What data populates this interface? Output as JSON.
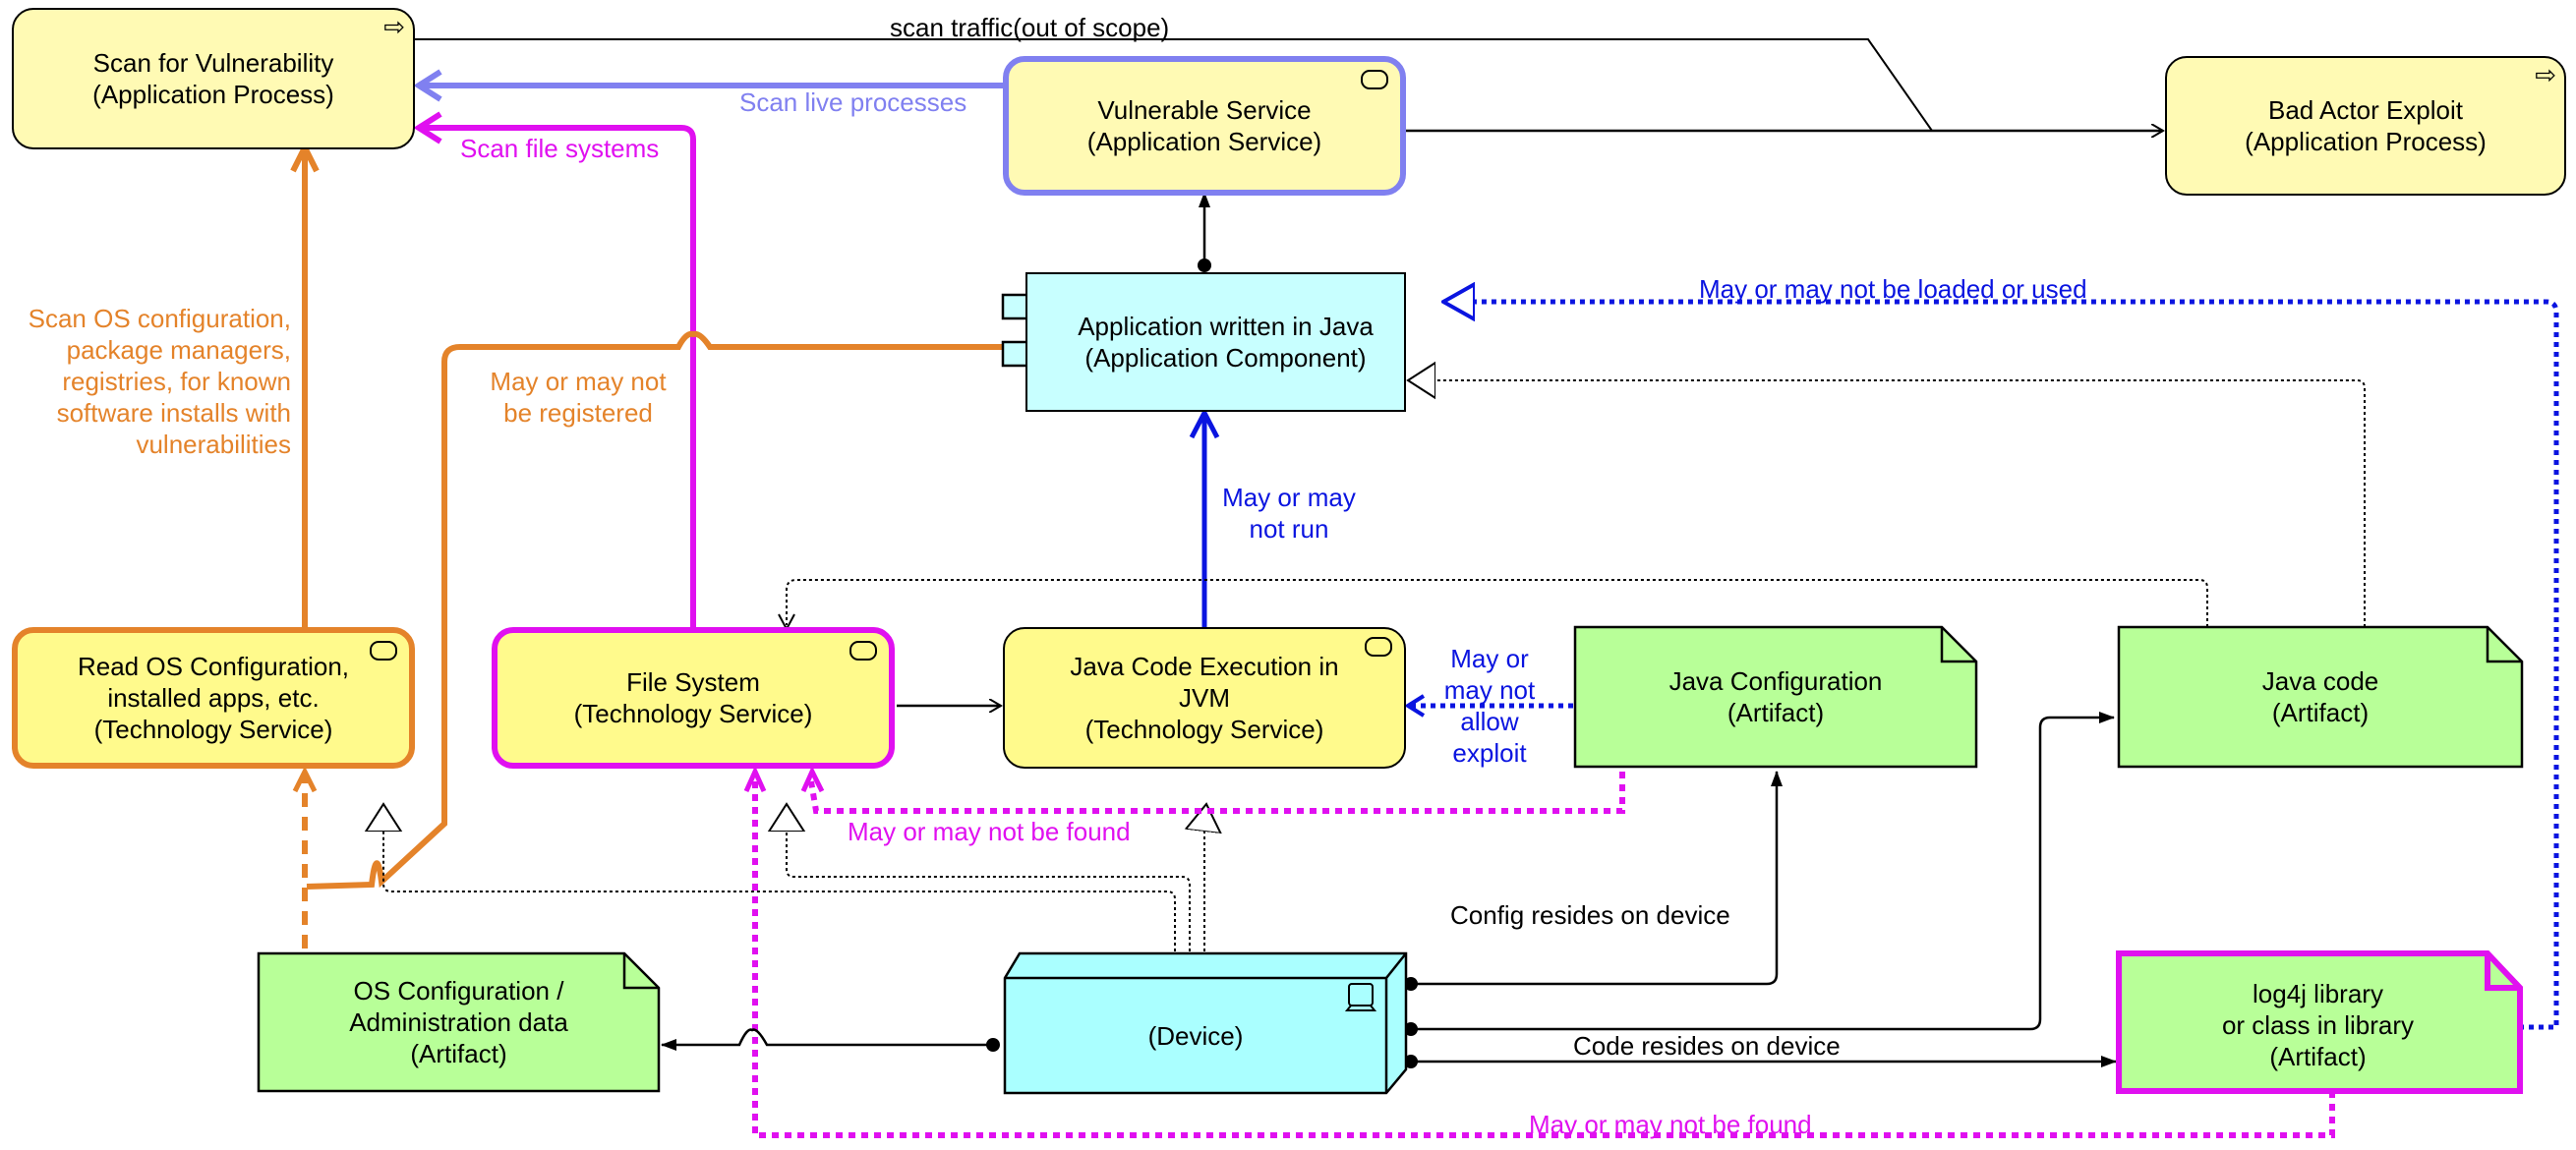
{
  "colors": {
    "process_fill": "#fffab4",
    "service_fill": "#fffa8c",
    "component_fill": "#c8ffff",
    "device_fill": "#aaffff",
    "artifact_fill": "#b8ff98",
    "orange": "#e4832a",
    "magenta": "#e010f0",
    "blue": "#0a14e0",
    "light_blue": "#8080f0"
  },
  "nodes": {
    "scan_vuln": "Scan for Vulnerability\n(Application Process)",
    "vuln_service": "Vulnerable Service\n(Application Service)",
    "bad_actor": "Bad Actor Exploit\n(Application Process)",
    "app_java": "Application written in Java\n(Application Component)",
    "read_os": "Read OS Configuration,\ninstalled apps, etc.\n(Technology Service)",
    "file_system": "File System\n(Technology Service)",
    "jvm": "Java Code Execution in\nJVM\n(Technology Service)",
    "java_config": "Java Configuration\n(Artifact)",
    "java_code": "Java code\n(Artifact)",
    "os_config": "OS Configuration /\nAdministration data\n(Artifact)",
    "device": "(Device)",
    "log4j": "log4j library\nor class in library\n(Artifact)"
  },
  "labels": {
    "scan_traffic": "scan traffic(out of scope)",
    "scan_live": "Scan live processes",
    "scan_fs": "Scan file systems",
    "scan_os": "Scan OS configuration,\npackage managers,\nregistries, for known\nsoftware installs with\nvulnerabilities",
    "may_registered": "May or may not\nbe registered",
    "may_loaded": "May or may not be loaded or used",
    "may_run": "May or may\nnot run",
    "may_allow": "May or\nmay not\nallow\nexploit",
    "may_found_1": "May or may not be found",
    "may_found_2": "May or may not be found",
    "config_resides": "Config resides on device",
    "code_resides": "Code resides on device"
  }
}
